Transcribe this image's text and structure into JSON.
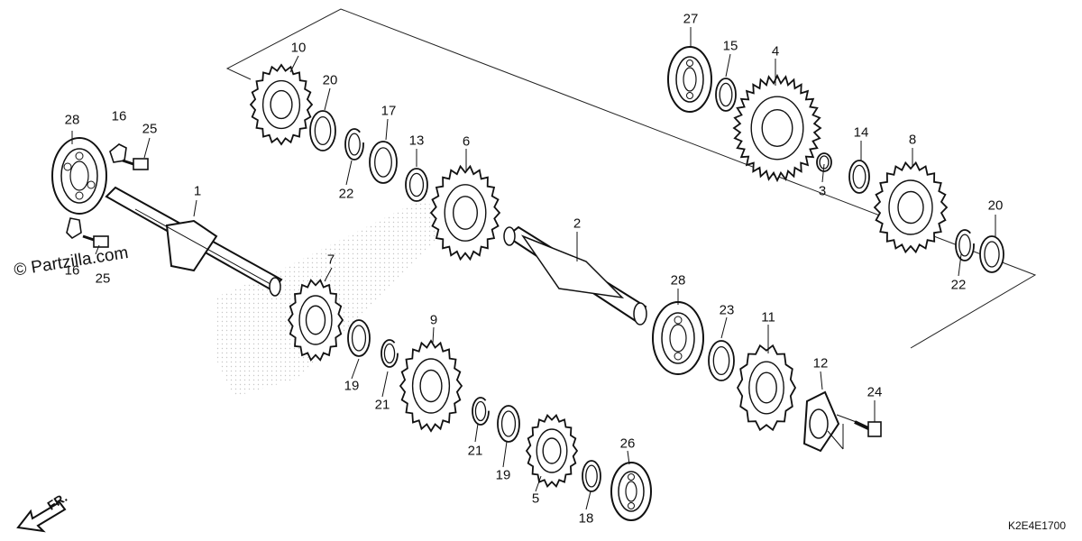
{
  "watermark": "© Partzilla.com",
  "diagram_code": "K2E4E1700",
  "direction_label": "FR.",
  "callouts": [
    {
      "id": "c28a",
      "text": "28"
    },
    {
      "id": "c16a",
      "text": "16"
    },
    {
      "id": "c25a",
      "text": "25"
    },
    {
      "id": "c1",
      "text": "1"
    },
    {
      "id": "c16b",
      "text": "16"
    },
    {
      "id": "c25b",
      "text": "25"
    },
    {
      "id": "c10",
      "text": "10"
    },
    {
      "id": "c20a",
      "text": "20"
    },
    {
      "id": "c17",
      "text": "17"
    },
    {
      "id": "c22a",
      "text": "22"
    },
    {
      "id": "c13",
      "text": "13"
    },
    {
      "id": "c6",
      "text": "6"
    },
    {
      "id": "c7",
      "text": "7"
    },
    {
      "id": "c19a",
      "text": "19"
    },
    {
      "id": "c21a",
      "text": "21"
    },
    {
      "id": "c9",
      "text": "9"
    },
    {
      "id": "c21b",
      "text": "21"
    },
    {
      "id": "c19b",
      "text": "19"
    },
    {
      "id": "c5",
      "text": "5"
    },
    {
      "id": "c18",
      "text": "18"
    },
    {
      "id": "c26",
      "text": "26"
    },
    {
      "id": "c2",
      "text": "2"
    },
    {
      "id": "c28b",
      "text": "28"
    },
    {
      "id": "c23",
      "text": "23"
    },
    {
      "id": "c11",
      "text": "11"
    },
    {
      "id": "c12",
      "text": "12"
    },
    {
      "id": "c24",
      "text": "24"
    },
    {
      "id": "c27",
      "text": "27"
    },
    {
      "id": "c15",
      "text": "15"
    },
    {
      "id": "c4",
      "text": "4"
    },
    {
      "id": "c3",
      "text": "3"
    },
    {
      "id": "c14",
      "text": "14"
    },
    {
      "id": "c8",
      "text": "8"
    },
    {
      "id": "c20b",
      "text": "20"
    },
    {
      "id": "c22b",
      "text": "22"
    }
  ]
}
